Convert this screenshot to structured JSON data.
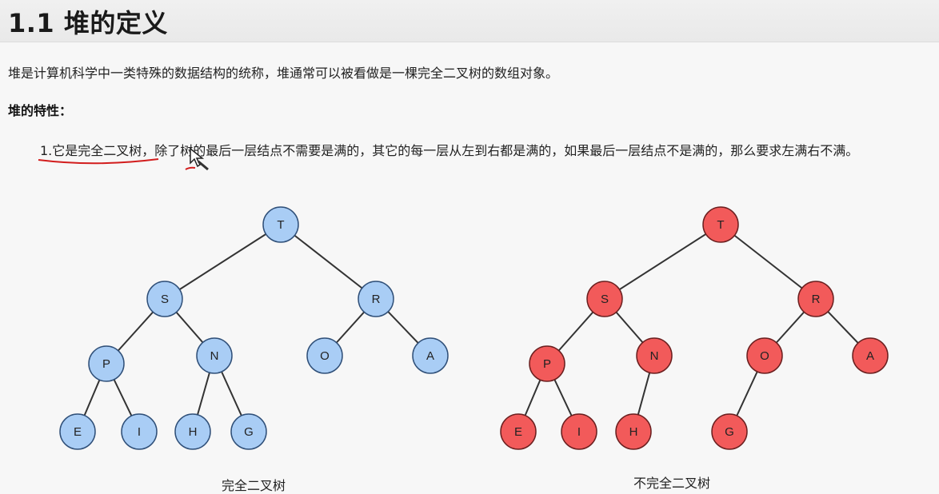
{
  "title": "1.1 堆的定义",
  "paragraph": "堆是计算机科学中一类特殊的数据结构的统称，堆通常可以被看做是一棵完全二叉树的数组对象。",
  "features_heading": "堆的特性：",
  "feature_1": "1.它是完全二叉树，除了树的最后一层结点不需要是满的，其它的每一层从左到右都是满的，如果最后一层结点不是满的，那么要求左满右不满。",
  "trees": [
    {
      "caption": "完全二叉树",
      "color": "#a9cdf5",
      "stroke": "#2f4f78",
      "nodes": [
        "T",
        "S",
        "R",
        "P",
        "N",
        "O",
        "A",
        "E",
        "I",
        "H",
        "G"
      ],
      "edges": [
        [
          "T",
          "S"
        ],
        [
          "T",
          "R"
        ],
        [
          "S",
          "P"
        ],
        [
          "S",
          "N"
        ],
        [
          "R",
          "O"
        ],
        [
          "R",
          "A"
        ],
        [
          "P",
          "E"
        ],
        [
          "P",
          "I"
        ],
        [
          "N",
          "H"
        ],
        [
          "N",
          "G"
        ]
      ]
    },
    {
      "caption": "不完全二叉树",
      "color": "#f25a5a",
      "stroke": "#6a1f1f",
      "nodes": [
        "T",
        "S",
        "R",
        "P",
        "N",
        "O",
        "A",
        "E",
        "I",
        "H",
        "G"
      ],
      "edges": [
        [
          "T",
          "S"
        ],
        [
          "T",
          "R"
        ],
        [
          "S",
          "P"
        ],
        [
          "S",
          "N"
        ],
        [
          "R",
          "O"
        ],
        [
          "R",
          "A"
        ],
        [
          "P",
          "E"
        ],
        [
          "P",
          "I"
        ],
        [
          "N",
          "H"
        ],
        [
          "O",
          "G"
        ]
      ]
    }
  ],
  "annotation_color": "#d21d1d"
}
